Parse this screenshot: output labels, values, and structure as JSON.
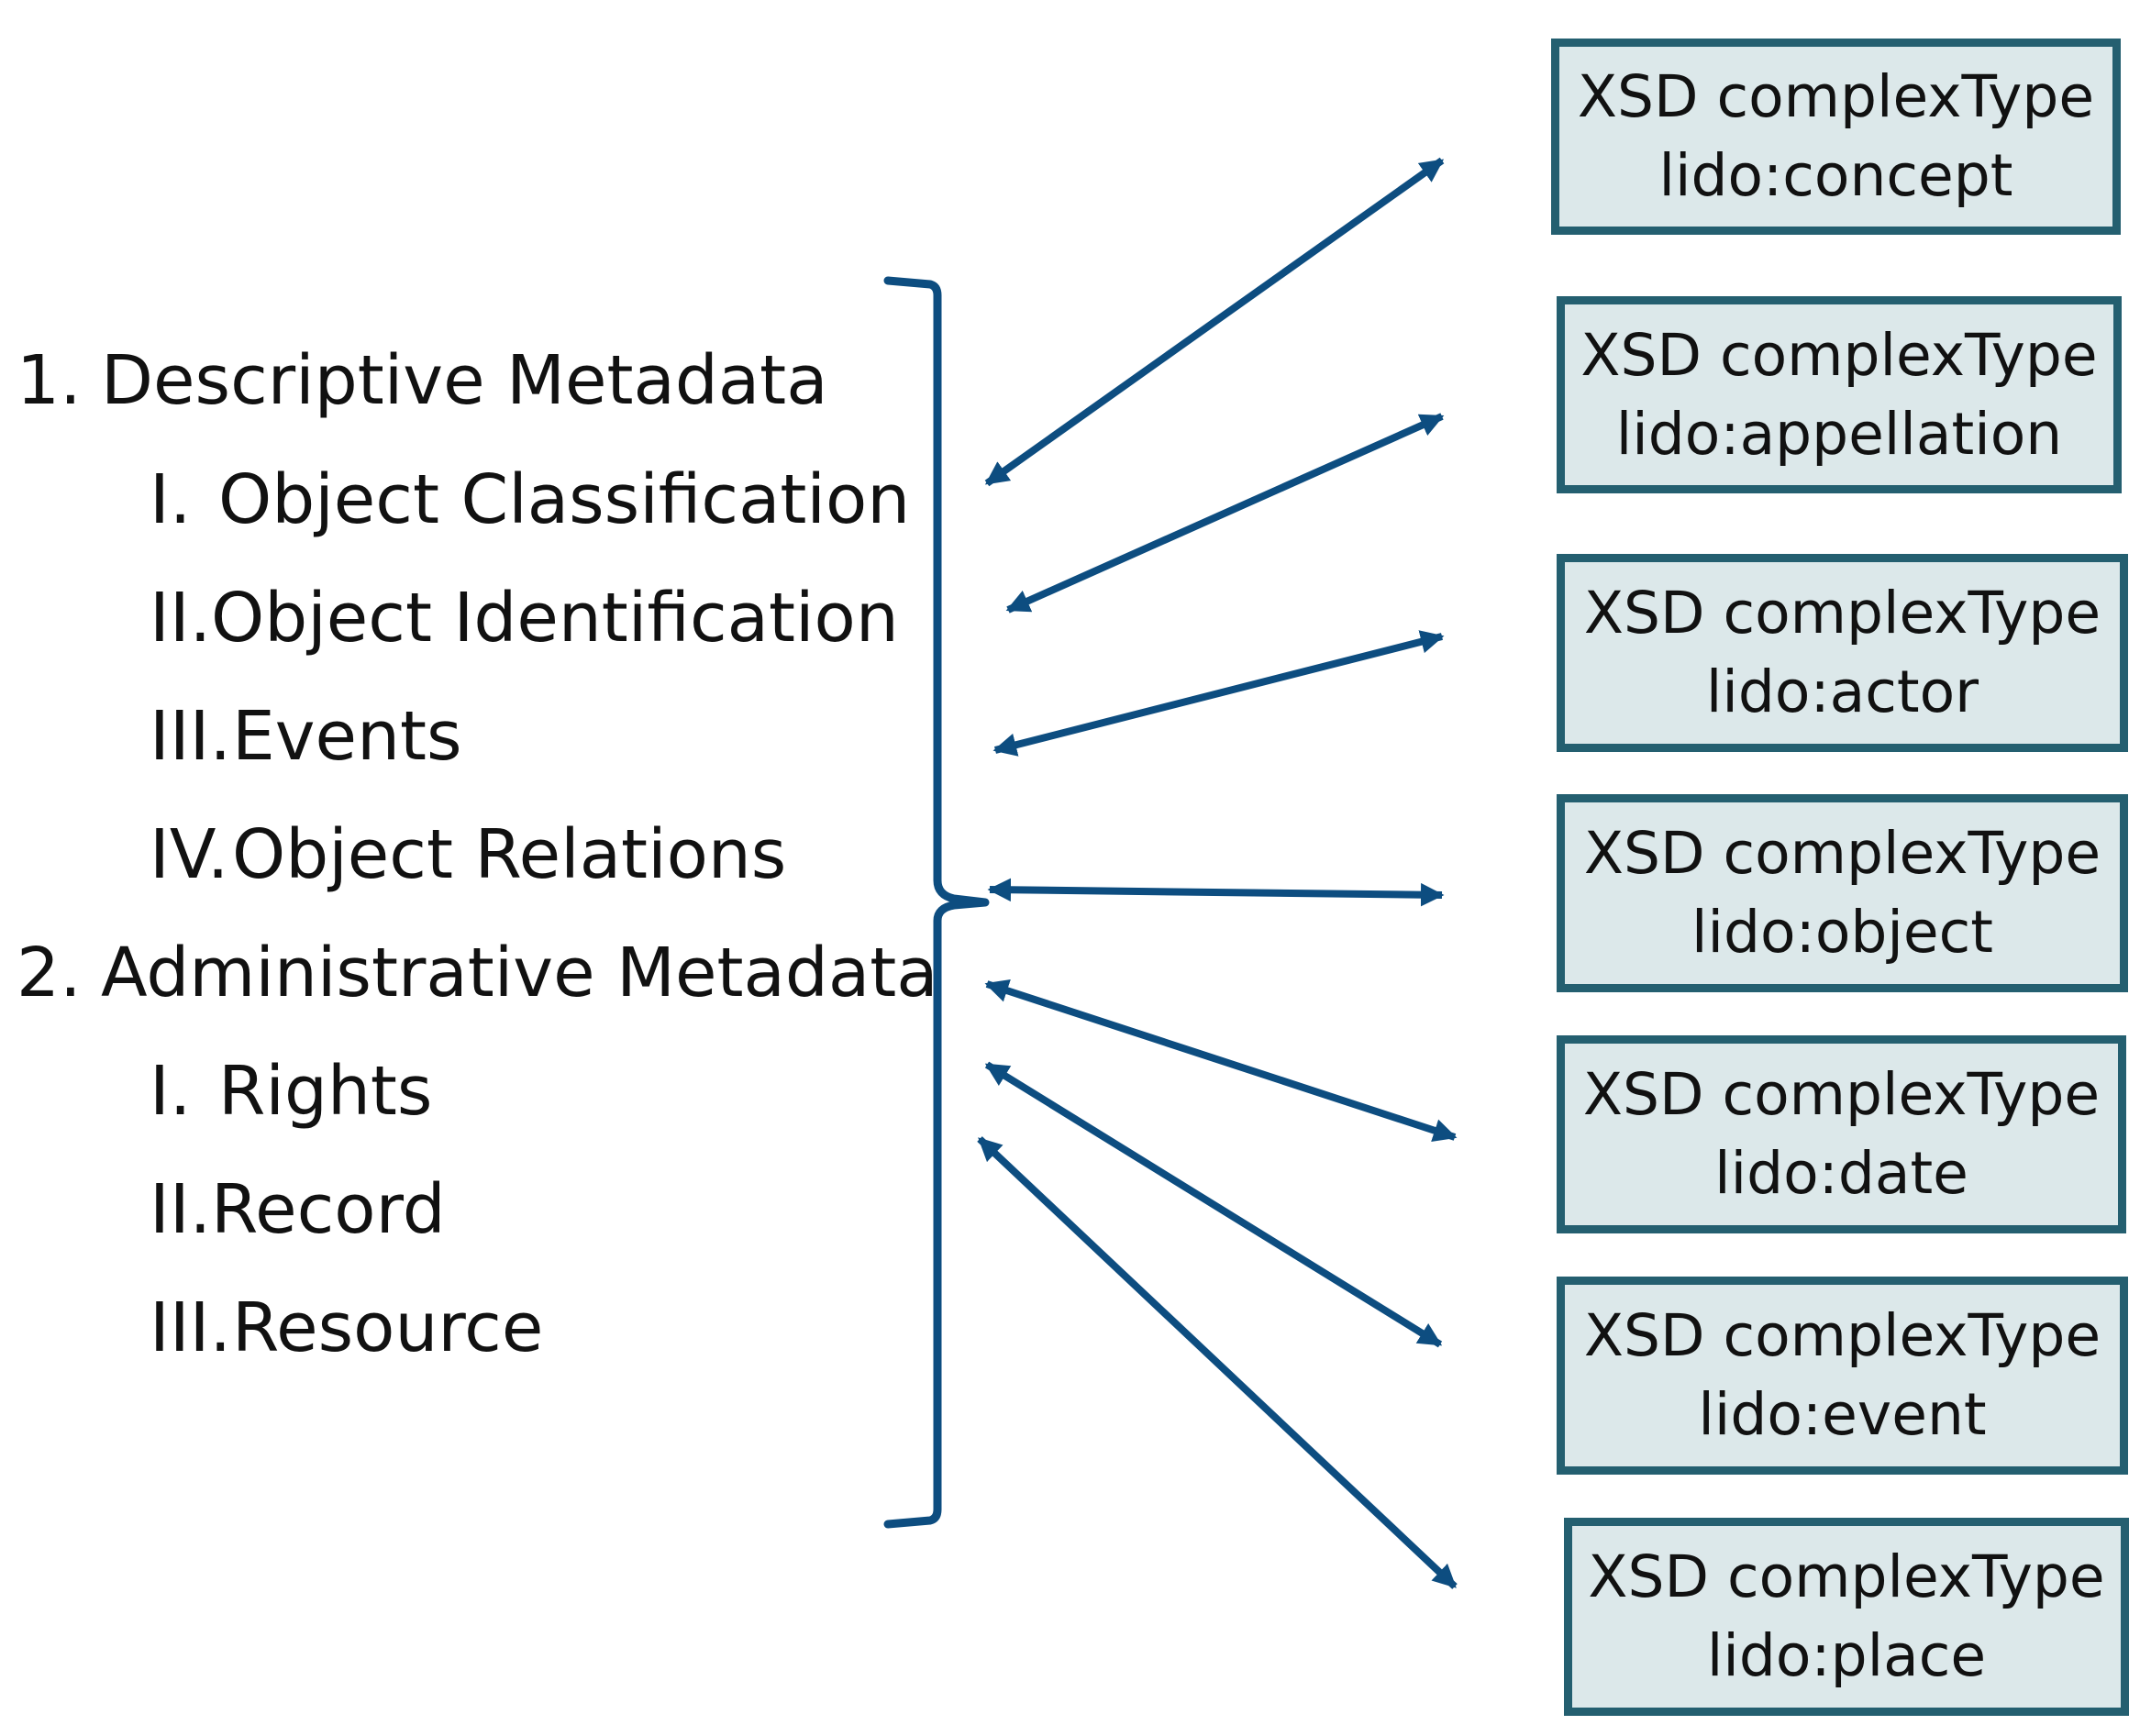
{
  "outline": {
    "descriptive": {
      "number": "1.",
      "label": "Descriptive Metadata",
      "items": [
        {
          "number": "I.",
          "label": "Object Classification"
        },
        {
          "number": "II.",
          "label": "Object Identification"
        },
        {
          "number": "III.",
          "label": "Events"
        },
        {
          "number": "IV.",
          "label": "Object Relations"
        }
      ]
    },
    "administrative": {
      "number": "2.",
      "label": "Administrative Metadata",
      "items": [
        {
          "number": "I.",
          "label": "Rights"
        },
        {
          "number": "II.",
          "label": "Record"
        },
        {
          "number": "III.",
          "label": "Resource"
        }
      ]
    }
  },
  "types": [
    {
      "line1": "XSD complexType",
      "line2": "lido:concept"
    },
    {
      "line1": "XSD complexType",
      "line2": "lido:appellation"
    },
    {
      "line1": "XSD complexType",
      "line2": "lido:actor"
    },
    {
      "line1": "XSD complexType",
      "line2": "lido:object"
    },
    {
      "line1": "XSD complexType",
      "line2": "lido:date"
    },
    {
      "line1": "XSD complexType",
      "line2": "lido:event"
    },
    {
      "line1": "XSD complexType",
      "line2": "lido:place"
    }
  ],
  "colors": {
    "arrow": "#0d4d80",
    "bracket": "#0d4d80",
    "box_border": "#245f70",
    "box_fill": "#dce8ea"
  }
}
